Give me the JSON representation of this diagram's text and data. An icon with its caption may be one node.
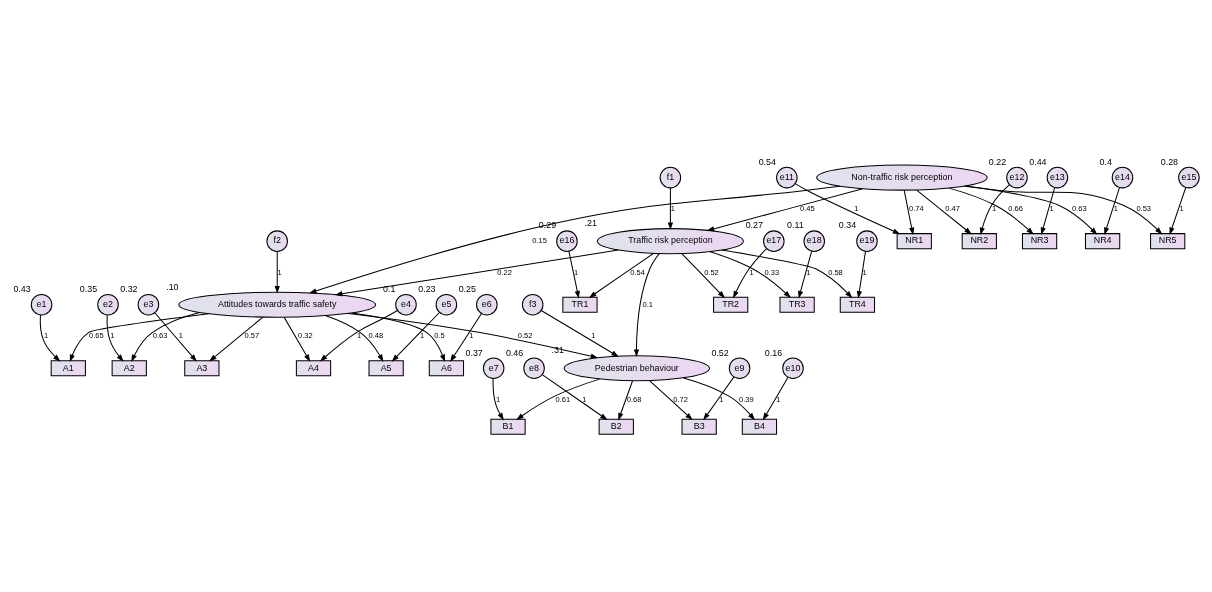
{
  "diagram": {
    "nodes": [
      {
        "text": [
          "e1"
        ],
        "beside": [
          "0.43"
        ]
      },
      {
        "text": [
          "e2"
        ],
        "beside": [
          "0.35"
        ]
      },
      {
        "text": [
          "e3"
        ],
        "beside": [
          "0.32"
        ]
      },
      {
        "text": [
          "e4"
        ],
        "beside": [
          "0.1"
        ]
      },
      {
        "text": [
          "e5"
        ],
        "beside": [
          "0.23"
        ]
      },
      {
        "text": [
          "e6"
        ],
        "beside": [
          "0.25"
        ]
      },
      {
        "text": [
          "A1"
        ]
      },
      {
        "text": [
          "A2"
        ]
      },
      {
        "text": [
          "A3"
        ]
      },
      {
        "text": [
          "A4"
        ]
      },
      {
        "text": [
          "A5"
        ]
      },
      {
        "text": [
          "A6"
        ]
      },
      {
        "text": [
          "f2"
        ]
      },
      {
        "text": [
          "Attitudes towards traffic safety"
        ],
        "beside": [
          ".10"
        ]
      },
      {
        "text": [
          "f3"
        ]
      },
      {
        "text": [
          "Pedestrian behaviour"
        ],
        "beside": [
          ".31"
        ]
      },
      {
        "text": [
          "B1"
        ]
      },
      {
        "text": [
          "B2"
        ]
      },
      {
        "text": [
          "B3"
        ]
      },
      {
        "text": [
          "B4"
        ]
      },
      {
        "text": [
          "e7"
        ],
        "beside": [
          "0.37"
        ]
      },
      {
        "text": [
          "e8"
        ],
        "beside": [
          "0.46"
        ]
      },
      {
        "text": [
          "e9"
        ],
        "beside": [
          "0.52"
        ]
      },
      {
        "text": [
          "e10"
        ],
        "beside": [
          "0.16"
        ]
      },
      {
        "text": [
          "Non-traffic risk perception"
        ]
      },
      {
        "text": [
          "Traffic risk perception"
        ],
        "beside": [
          ".21"
        ]
      },
      {
        "text": [
          "f1"
        ]
      },
      {
        "text": [
          "NR1"
        ]
      },
      {
        "text": [
          "NR2"
        ]
      },
      {
        "text": [
          "NR3"
        ]
      },
      {
        "text": [
          "NR4"
        ]
      },
      {
        "text": [
          "NR5"
        ]
      },
      {
        "text": [
          "TR1"
        ]
      },
      {
        "text": [
          "TR2"
        ]
      },
      {
        "text": [
          "TR3"
        ]
      },
      {
        "text": [
          "TR4"
        ]
      },
      {
        "text": [
          "e11"
        ],
        "beside": [
          "0.54"
        ]
      },
      {
        "text": [
          "e12"
        ],
        "beside": [
          "0.22"
        ]
      },
      {
        "text": [
          "e13"
        ],
        "beside": [
          "0.44"
        ]
      },
      {
        "text": [
          "e14"
        ],
        "beside": [
          "0.4"
        ]
      },
      {
        "text": [
          "e15"
        ],
        "beside": [
          "0.28"
        ]
      },
      {
        "text": [
          "e16"
        ],
        "beside": [
          "0.29"
        ]
      },
      {
        "text": [
          "e17"
        ],
        "beside": [
          "0.27"
        ]
      },
      {
        "text": [
          "e18"
        ],
        "beside": [
          "0.11"
        ]
      },
      {
        "text": [
          "e19"
        ],
        "beside": [
          "0.34"
        ]
      }
    ],
    "edges": [
      {
        "from": 0,
        "to": 6,
        "arrow": "to",
        "label": "1"
      },
      {
        "from": 1,
        "to": 7,
        "arrow": "to",
        "label": "1"
      },
      {
        "from": 2,
        "to": 8,
        "arrow": "to",
        "label": "1"
      },
      {
        "from": 3,
        "to": 9,
        "arrow": "to",
        "label": "1"
      },
      {
        "from": 4,
        "to": 10,
        "arrow": "to",
        "label": "1"
      },
      {
        "from": 5,
        "to": 11,
        "arrow": "to",
        "label": "1"
      },
      {
        "from": 13,
        "to": 6,
        "arrow": "to",
        "label": "0.65"
      },
      {
        "from": 13,
        "to": 7,
        "arrow": "to",
        "label": "0.63"
      },
      {
        "from": 13,
        "to": 8,
        "arrow": "to",
        "label": "0.57"
      },
      {
        "from": 13,
        "to": 9,
        "arrow": "to",
        "label": "0.32"
      },
      {
        "from": 13,
        "to": 10,
        "arrow": "to",
        "label": "0.48"
      },
      {
        "from": 13,
        "to": 11,
        "arrow": "to",
        "label": "0.5"
      },
      {
        "from": 12,
        "to": 13,
        "arrow": "to",
        "label": "1"
      },
      {
        "from": 13,
        "to": 15,
        "arrow": "to",
        "label": "0.52"
      },
      {
        "from": 14,
        "to": 15,
        "arrow": "to",
        "label": "1"
      },
      {
        "from": 15,
        "to": 16,
        "arrow": "to",
        "label": "0.61"
      },
      {
        "from": 15,
        "to": 17,
        "arrow": "to",
        "label": "0.68"
      },
      {
        "from": 15,
        "to": 18,
        "arrow": "to",
        "label": "0.72"
      },
      {
        "from": 15,
        "to": 19,
        "arrow": "to",
        "label": "0.39"
      },
      {
        "from": 20,
        "to": 16,
        "arrow": "to",
        "label": "1"
      },
      {
        "from": 21,
        "to": 17,
        "arrow": "to",
        "label": "1"
      },
      {
        "from": 22,
        "to": 18,
        "arrow": "to",
        "label": "1"
      },
      {
        "from": 23,
        "to": 19,
        "arrow": "to",
        "label": "1"
      },
      {
        "from": 24,
        "to": 13,
        "arrow": "to",
        "label": "0.15"
      },
      {
        "from": 25,
        "to": 13,
        "arrow": "to",
        "label": "0.22"
      },
      {
        "from": 24,
        "to": 25,
        "arrow": "to",
        "label": "0.45"
      },
      {
        "from": 25,
        "to": 15,
        "arrow": "to",
        "label": "0.1"
      },
      {
        "from": 26,
        "to": 25,
        "arrow": "to",
        "label": "1"
      },
      {
        "from": 24,
        "to": 27,
        "arrow": "to",
        "label": "0.74"
      },
      {
        "from": 24,
        "to": 28,
        "arrow": "to",
        "label": "0.47"
      },
      {
        "from": 24,
        "to": 29,
        "arrow": "to",
        "label": "0.66"
      },
      {
        "from": 24,
        "to": 30,
        "arrow": "to",
        "label": "0.63"
      },
      {
        "from": 24,
        "to": 31,
        "arrow": "to",
        "label": "0.53"
      },
      {
        "from": 25,
        "to": 32,
        "arrow": "to",
        "label": "0.54"
      },
      {
        "from": 25,
        "to": 33,
        "arrow": "to",
        "label": "0.52"
      },
      {
        "from": 25,
        "to": 34,
        "arrow": "to",
        "label": "0.33"
      },
      {
        "from": 25,
        "to": 35,
        "arrow": "to",
        "label": "0.58"
      },
      {
        "from": 36,
        "to": 27,
        "arrow": "to",
        "label": "1"
      },
      {
        "from": 37,
        "to": 28,
        "arrow": "to",
        "label": "1"
      },
      {
        "from": 38,
        "to": 29,
        "arrow": "to",
        "label": "1"
      },
      {
        "from": 39,
        "to": 30,
        "arrow": "to",
        "label": "1"
      },
      {
        "from": 40,
        "to": 31,
        "arrow": "to",
        "label": "1"
      },
      {
        "from": 41,
        "to": 32,
        "arrow": "to",
        "label": "1"
      },
      {
        "from": 42,
        "to": 33,
        "arrow": "to",
        "label": "1"
      },
      {
        "from": 43,
        "to": 34,
        "arrow": "to",
        "label": "1"
      },
      {
        "from": 44,
        "to": 35,
        "arrow": "to",
        "label": "1"
      }
    ]
  }
}
